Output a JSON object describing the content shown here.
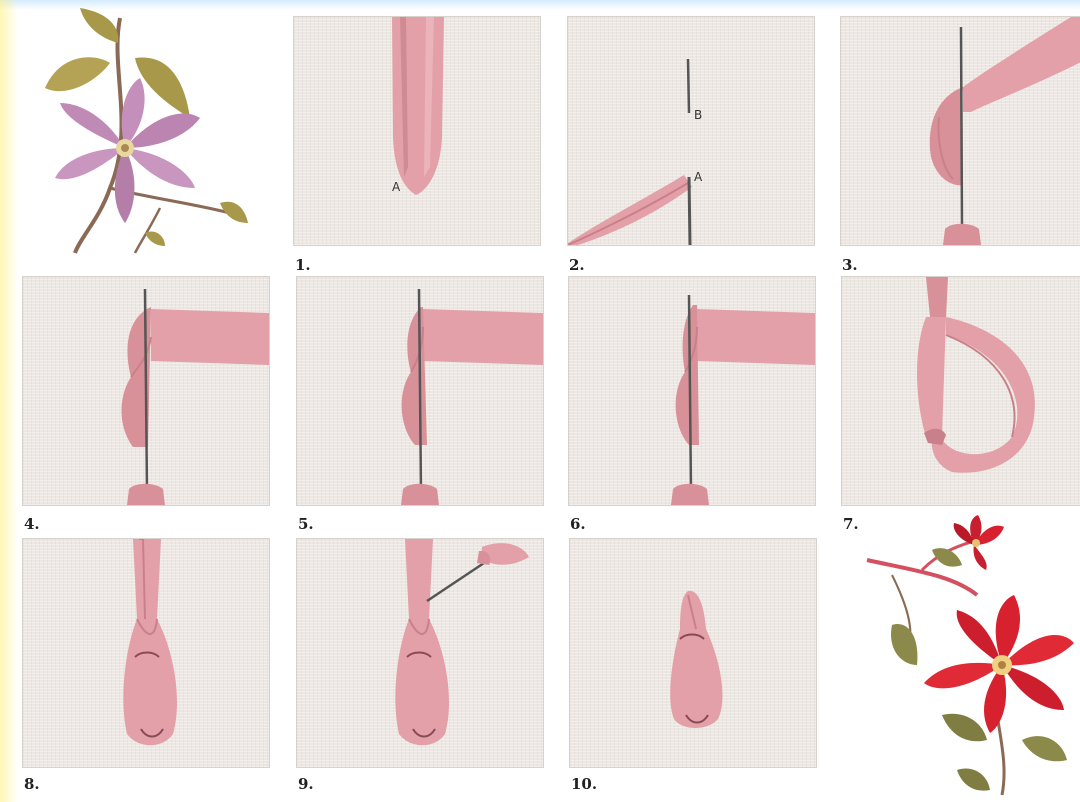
{
  "steps": [
    {
      "number": "1.",
      "markers": [
        "A"
      ]
    },
    {
      "number": "2.",
      "markers": [
        "B",
        "A"
      ]
    },
    {
      "number": "3."
    },
    {
      "number": "4."
    },
    {
      "number": "5."
    },
    {
      "number": "6."
    },
    {
      "number": "7."
    },
    {
      "number": "8."
    },
    {
      "number": "9."
    },
    {
      "number": "10."
    }
  ],
  "colors": {
    "ribbon": "#e3a0a8",
    "ribbon_shadow": "#c9808a",
    "fabric": "#ece7e2",
    "needle": "#555555",
    "purple_flower": "#c58fbb",
    "red_flower": "#d8212f",
    "leaf": "#8c8a4a"
  }
}
